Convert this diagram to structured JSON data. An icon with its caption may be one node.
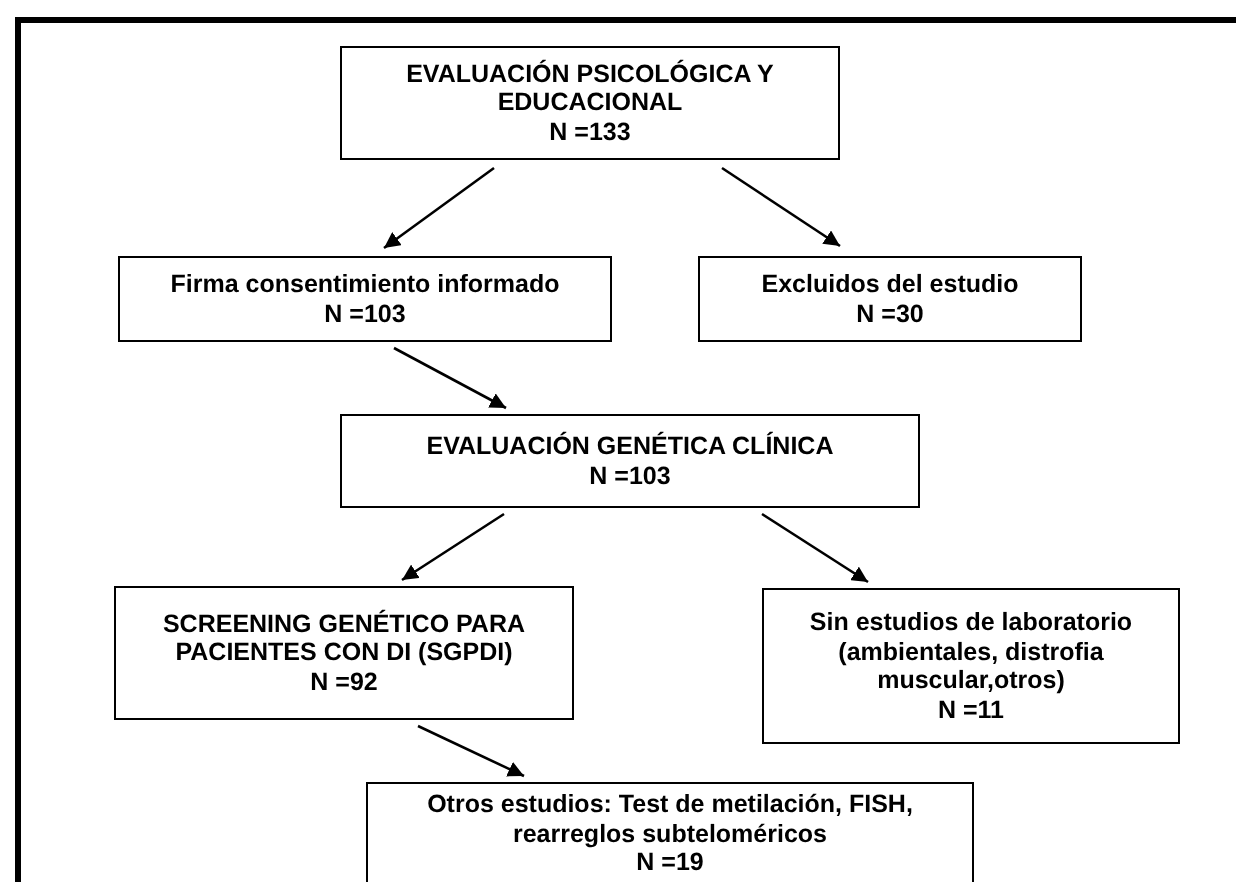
{
  "diagram": {
    "nodes": [
      {
        "text": [
          "EVALUACIÓN PSICOLÓGICA Y EDUCACIONAL",
          "N =133"
        ]
      },
      {
        "text": [
          "Firma consentimiento informado",
          "N =103"
        ]
      },
      {
        "text": [
          "Excluidos del estudio",
          "N =30"
        ]
      },
      {
        "text": [
          "EVALUACIÓN GENÉTICA CLÍNICA",
          "N =103"
        ]
      },
      {
        "text": [
          "SCREENING GENÉTICO PARA PACIENTES CON DI (SGPDI)",
          "N =92"
        ]
      },
      {
        "text": [
          "Sin estudios de laboratorio (ambientales, distrofia muscular,otros)",
          "N =11"
        ]
      },
      {
        "text": [
          "Otros estudios: Test de metilación, FISH, rearreglos subteloméricos",
          "N =19"
        ]
      }
    ],
    "edges": [
      {
        "from": 0,
        "to": 1,
        "arrow": "to"
      },
      {
        "from": 0,
        "to": 2,
        "arrow": "to"
      },
      {
        "from": 1,
        "to": 3,
        "arrow": "to"
      },
      {
        "from": 3,
        "to": 4,
        "arrow": "to"
      },
      {
        "from": 3,
        "to": 5,
        "arrow": "to"
      },
      {
        "from": 4,
        "to": 6,
        "arrow": "to"
      }
    ]
  }
}
